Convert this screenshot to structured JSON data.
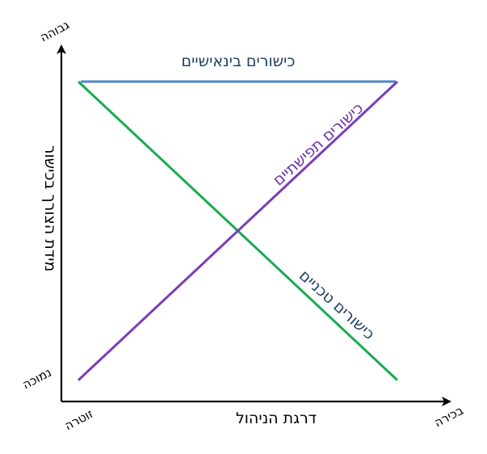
{
  "diagram": {
    "axes": {
      "x_axis_title": "דרגת הניהול",
      "y_axis_title": "מידת הצורך בכישור",
      "x_start_label": "זוטרה",
      "x_end_label": "בכירה",
      "y_start_label": "נמוכה",
      "y_end_label": "גבוהה"
    },
    "lines": [
      {
        "id": "interpersonal",
        "label": "כישורים בינאישיים",
        "color": "#4a86c8",
        "start": 0.9,
        "end": 0.9
      },
      {
        "id": "conceptual",
        "label": "כישורים תפישתיים",
        "color": "#7a3db8",
        "start": 0.06,
        "end": 0.9
      },
      {
        "id": "technical",
        "label": "כישורים טכניים",
        "color": "#1aab52",
        "start": 0.9,
        "end": 0.06
      }
    ],
    "label_colors": {
      "interpersonal": "#1f3a5f",
      "conceptual": "#6b2fa8",
      "technical": "#1f3a5f"
    },
    "axis_color": "#000000"
  }
}
